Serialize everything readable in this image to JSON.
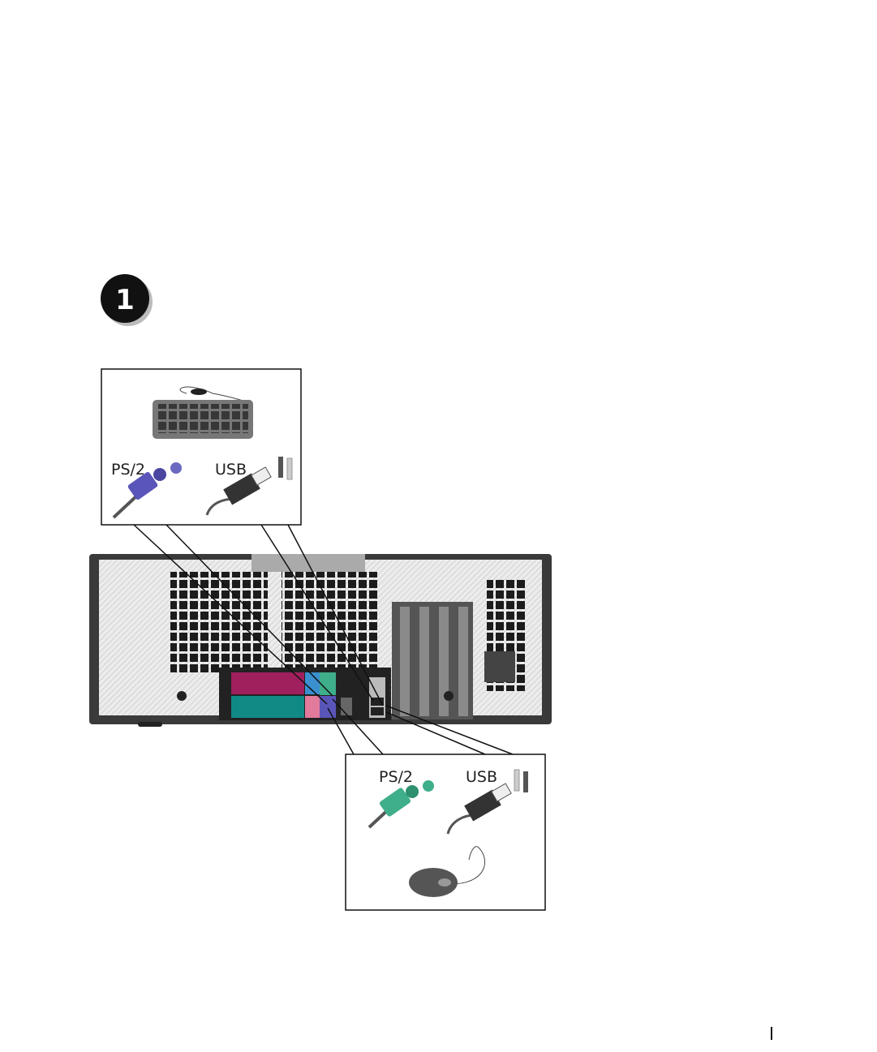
{
  "step": {
    "number": "1"
  },
  "keyboard_panel": {
    "ps2_label": "PS/2",
    "usb_label": "USB"
  },
  "mouse_panel": {
    "ps2_label": "PS/2",
    "usb_label": "USB"
  },
  "colors": {
    "ps2_keyboard": "#5a55b8",
    "ps2_mouse": "#3fae8a",
    "parallel_port": "#a0205e",
    "serial_ports": "#118a86",
    "audio_pink": "#e27a9b"
  }
}
